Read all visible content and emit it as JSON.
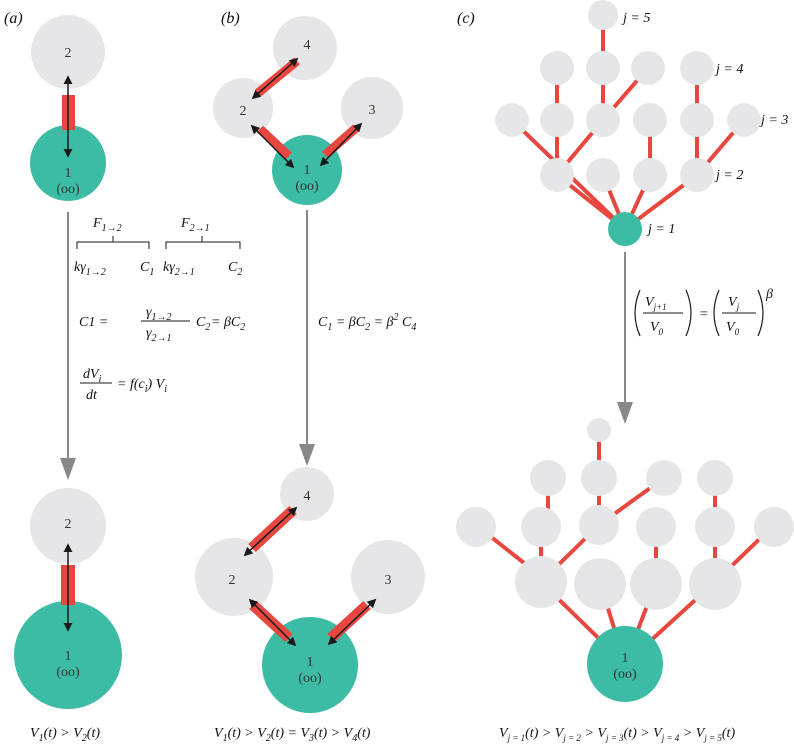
{
  "colors": {
    "parent": "#3cbba5",
    "child": "#e6e6e8",
    "bond": "#e8473f",
    "arrow": "#888888",
    "ink": "#1a1a1a"
  },
  "panels": {
    "a": "(a)",
    "b": "(b)",
    "c": "(c)"
  },
  "nodes": {
    "n1": "1",
    "oo": "(oo)",
    "n2": "2",
    "n3": "3",
    "n4": "4"
  },
  "levels": {
    "j1": "j = 1",
    "j2": "j = 2",
    "j3": "j = 3",
    "j4": "j = 4",
    "j5": "j = 5"
  },
  "eq_a": {
    "F12": "F",
    "F12_sub": "1→2",
    "F21": "F",
    "F21_sub": "2→1",
    "kg12": "kγ",
    "kg12_sub": "1→2",
    "C1a": "C",
    "C1a_sub": "1",
    "kg21": "kγ",
    "kg21_sub": "2→1",
    "C2a": "C",
    "C2a_sub": "2",
    "C1eq_lhs": "C1 =",
    "frac_num": "γ",
    "frac_num_sub": "1→2",
    "frac_den": "γ",
    "frac_den_sub": "2→1",
    "C1eq_rhs": "C",
    "C1eq_rhs_sub": "2",
    "C1eq_tail": "= βC",
    "C1eq_tail_sub": "2",
    "dV_num": "dV",
    "dV_num_sub": "i",
    "dV_den": "dt",
    "dV_rhs": "= f(c",
    "dV_rhs_sub": "i",
    "dV_rhs2": ") V",
    "dV_rhs2_sub": "i"
  },
  "eq_b": {
    "text": "C",
    "s1": "1",
    "t2": " = βC",
    "s2": "2",
    "t3": " = β",
    "sup": "2",
    "t4": " C",
    "s4": "4"
  },
  "eq_c": {
    "lhs_num": "V",
    "lhs_num_sub": "j+1",
    "lhs_den": "V",
    "lhs_den_sub": "0",
    "eq": "=",
    "rhs_num": "V",
    "rhs_num_sub": "j",
    "rhs_den": "V",
    "rhs_den_sub": "0",
    "exp": "β"
  },
  "caption_a": {
    "p1": "V",
    "s1": "1",
    "p2": "(t) > V",
    "s2": "2",
    "p3": "(t)"
  },
  "caption_b": {
    "p1": "V",
    "s1": "1",
    "p2": "(t) > V",
    "s2": "2",
    "p3": "(t) = V",
    "s3": "3",
    "p4": "(t) > V",
    "s4": "4",
    "p5": "(t)"
  },
  "caption_c": {
    "p1": "V",
    "s1": "j = 1",
    "p2": "(t) > V",
    "s2": "j = 2",
    "p3": " > V",
    "s3": "j = 3",
    "p4": "(t) > V",
    "s4": "j = 4",
    "p5": " > V",
    "s5": "j = 5",
    "p6": "(t)"
  }
}
